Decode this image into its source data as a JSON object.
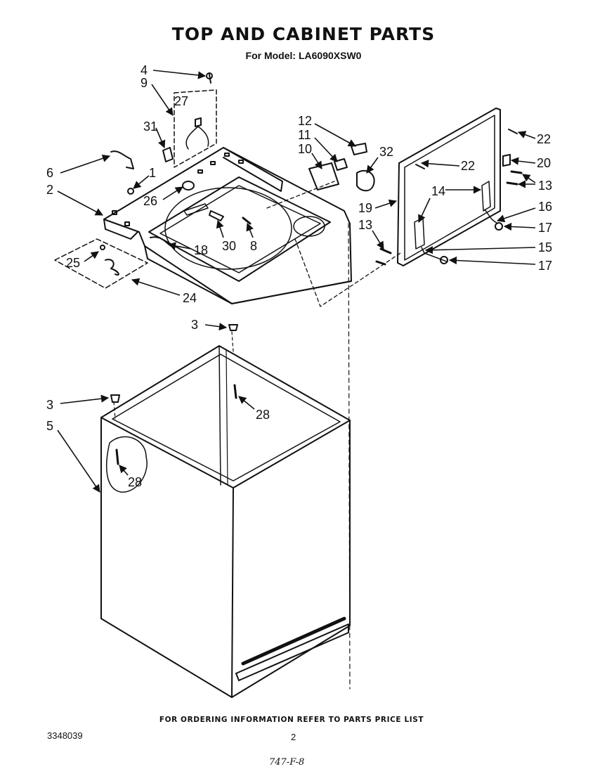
{
  "header": {
    "title": "TOP AND CABINET PARTS",
    "subtitle": "For Model: LA6090XSW0"
  },
  "callouts": {
    "c1": "1",
    "c2": "2",
    "c3a": "3",
    "c3b": "3",
    "c4": "4",
    "c5": "5",
    "c6": "6",
    "c8": "8",
    "c9": "9",
    "c10": "10",
    "c11": "11",
    "c12": "12",
    "c13a": "13",
    "c13b": "13",
    "c14": "14",
    "c15": "15",
    "c16": "16",
    "c17a": "17",
    "c17b": "17",
    "c18": "18",
    "c19": "19",
    "c20": "20",
    "c22a": "22",
    "c22b": "22",
    "c24": "24",
    "c25": "25",
    "c26": "26",
    "c27": "27",
    "c28a": "28",
    "c28b": "28",
    "c30": "30",
    "c31": "31",
    "c32": "32"
  },
  "footer": {
    "note": "FOR ORDERING INFORMATION REFER TO PARTS PRICE LIST",
    "doc_number": "3348039",
    "page_number": "2",
    "handwritten": "747-F-8"
  }
}
